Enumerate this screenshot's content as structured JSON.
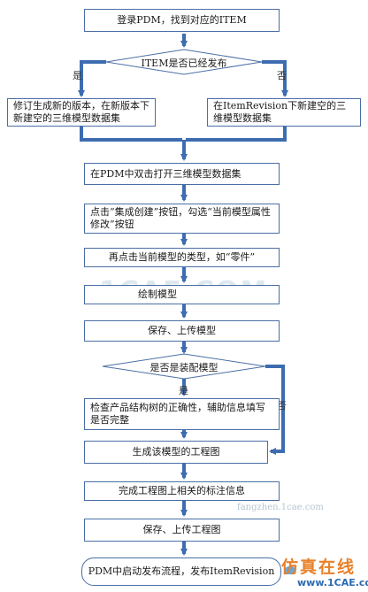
{
  "diagram": {
    "steps": {
      "login": "登录PDM，找到对应的ITEM",
      "decision_published": "ITEM是否已经发布",
      "revise_new": "修订生成新的版本，在新版本下新建空的三维模型数据集",
      "new_in_revision": "在ItemRevision下新建空的三维模型数据集",
      "open_model": "在PDM中双击打开三维模型数据集",
      "click_integrate": "点击“集成创建”按钮，勾选“当前模型属性修改”按钮",
      "click_type": "再点击当前模型的类型，如“零件”",
      "draw_model": "绘制模型",
      "save_upload_model": "保存、上传模型",
      "decision_assembly": "是否是装配模型",
      "check_tree": "检查产品结构树的正确性，辅助信息填写是否完整",
      "generate_drawing": "生成该模型的工程图",
      "annotate": "完成工程图上相关的标注信息",
      "save_upload_drawing": "保存、上传工程图",
      "publish": "PDM中启动发布流程，发布ItemRevision"
    },
    "branch_labels": {
      "yes_left": "是",
      "no_right": "否",
      "yes_down": "是",
      "no_bypass": "否"
    }
  },
  "branding": {
    "watermark": "1CAE.COM",
    "watermark_small": "fangzhen.1cae.com",
    "logo_text": "仿真在线",
    "logo_url": "www.1CAE.com"
  },
  "colors": {
    "arrow": "#3d6cb0",
    "border": "#4a6fa5",
    "logo_orange": "#e8812a",
    "logo_blue": "#2a6ab0"
  }
}
